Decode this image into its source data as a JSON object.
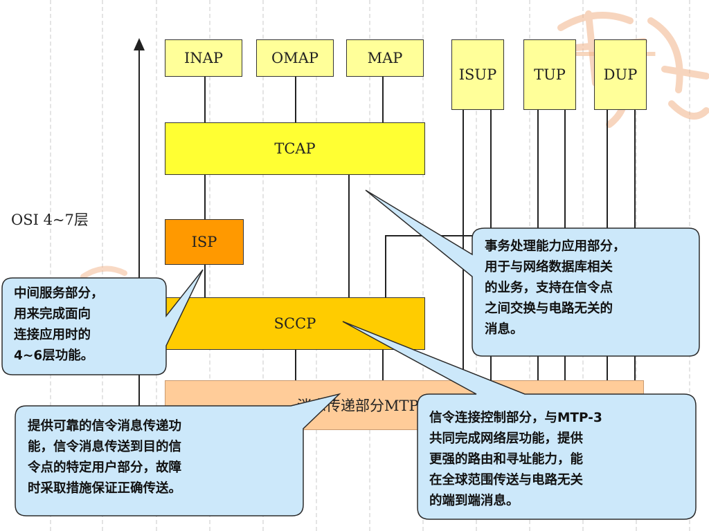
{
  "osi_label": "OSI 4~7层",
  "boxes": {
    "inap": "INAP",
    "omap": "OMAP",
    "map": "MAP",
    "isup": "ISUP",
    "tup": "TUP",
    "dup": "DUP",
    "tcap": "TCAP",
    "isp": "ISP",
    "sccp": "SCCP",
    "mtp": "消息传递部分MTP"
  },
  "callouts": {
    "tcap": [
      "事务处理能力应用部分，",
      "用于与网络数据库相关",
      "的业务，支持在信令点",
      "之间交换与电路无关的",
      "消息。"
    ],
    "isp": [
      "中间服务部分，",
      "用来完成面向",
      "连接应用时的",
      "4~6层功能。"
    ],
    "mtp": [
      "提供可靠的信令消息传递功",
      "能，信令消息传送到目的信",
      "令点的特定用户部分，故障",
      "时采取措施保证正确传送。"
    ],
    "sccp": [
      "信令连接控制部分，与MTP-3",
      "共同完成网络层功能，提供",
      "更强的路由和寻址能力，能",
      "在全球范围传送与电路无关",
      "的端到端消息。"
    ]
  },
  "colors": {
    "callout_fill": "#cce8fa",
    "callout_stroke": "#2b2b2b",
    "yellow_box": "#ffff99",
    "tcap_box": "#ffff33",
    "isp_box": "#ff9900",
    "sccp_box": "#ffcc00",
    "mtp_box": "#ffcc99"
  }
}
